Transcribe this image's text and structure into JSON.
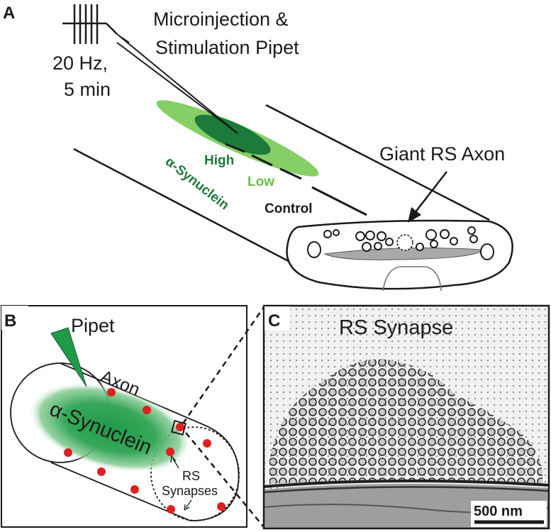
{
  "panel_a": {
    "letter": "A",
    "stim_line1": "20 Hz,",
    "stim_line2": "5 min",
    "pipet_line1": "Microinjection &",
    "pipet_line2": "Stimulation Pipet",
    "level_high": "High",
    "level_low": "Low",
    "level_control": "Control",
    "protein": "α-Synuclein",
    "axon_label": "Giant RS Axon"
  },
  "panel_b": {
    "letter": "B",
    "pipet": "Pipet",
    "axon": "Axon",
    "protein": "α-Synuclein",
    "synapses_line1": "RS",
    "synapses_line2": "Synapses"
  },
  "panel_c": {
    "letter": "C",
    "title": "RS Synapse",
    "scale_bar": "500 nm"
  },
  "colors": {
    "dark_green": "#1e7a3c",
    "light_green": "#7ccd5b",
    "red_dot": "#e02020",
    "label_dark_green": "#1d7a3a",
    "label_light_green": "#6cbf4a"
  }
}
